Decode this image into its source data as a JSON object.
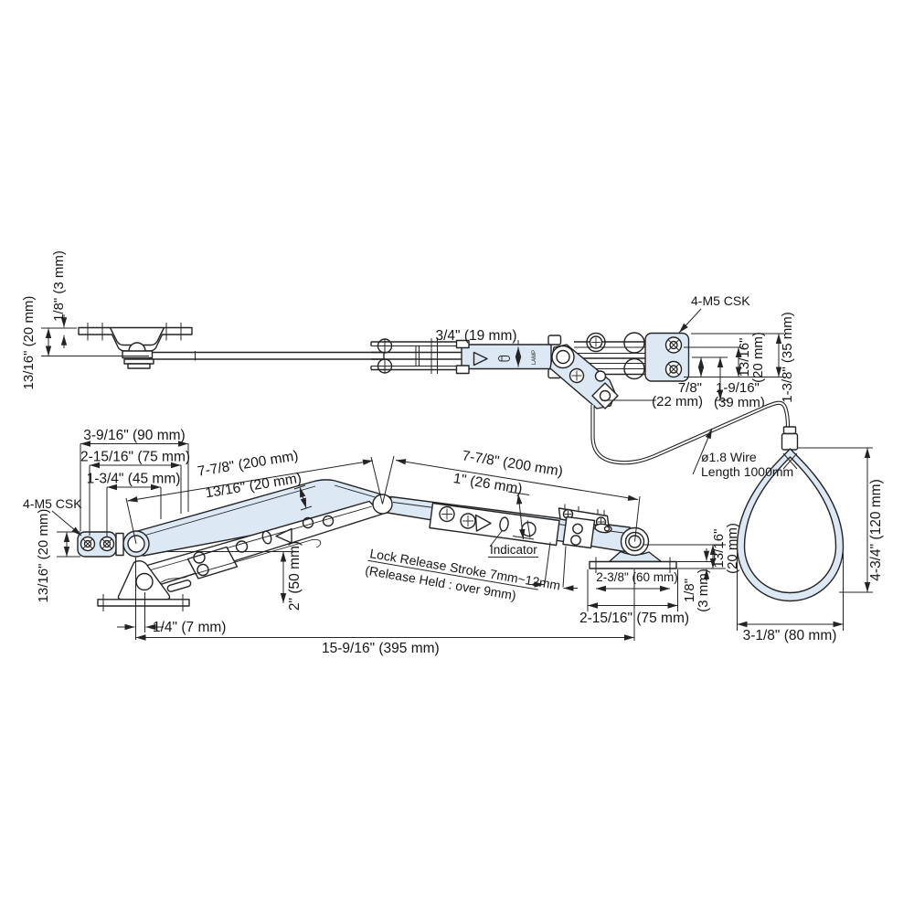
{
  "top_view": {
    "dim_flange_thickness": "1/8\" (3 mm)",
    "dim_bracket_height": "13/16\" (20 mm)",
    "dim_body_width": "3/4\" (19 mm)",
    "csk_label": "4-M5 CSK",
    "brand": "LAMP",
    "dim_hole_offset_l1": "13/16\"",
    "dim_hole_offset_l2": "(20 mm)",
    "dim_plate_height": "1-3/8\" (35 mm)",
    "dim_wire_drop_l1": "7/8\"",
    "dim_wire_drop_l2": "(22 mm)",
    "dim_wire_reach_l1": "1-9/16\"",
    "dim_wire_reach_l2": "(39 mm)"
  },
  "main_view": {
    "dim_plate_span": "3-9/16\" (90 mm)",
    "dim_hole_span": "2-15/16\" (75 mm)",
    "dim_hole_pitch": "1-3/4\" (45 mm)",
    "csk_label": "4-M5 CSK",
    "dim_plate_height": "13/16\" (20 mm)",
    "dim_arm_left": "7-7/8\" (200 mm)",
    "dim_arm_width": "13/16\" (20 mm)",
    "dim_arm_right": "7-7/8\" (200 mm)",
    "dim_body_width": "1\" (26 mm)",
    "lock_release_l1": "Lock Release Stroke 7mm~12mm",
    "lock_release_l2": "(Release Held : over 9mm)",
    "indicator_label": "Indicator",
    "dim_pivot_offset": "1/4\" (7 mm)",
    "dim_height": "2\" (50 mm)",
    "dim_total": "15-9/16\" (395 mm)",
    "dim_base_span": "2-3/8\" (60 mm)",
    "dim_base_total": "2-15/16\" (75 mm)",
    "dim_base_thickness_l1": "1/8\"",
    "dim_base_thickness_l2": "(3 mm)",
    "dim_pivot_height_l1": "13/16\"",
    "dim_pivot_height_l2": "(20 mm)"
  },
  "wire_ring": {
    "label_l1": "ø1.8 Wire",
    "label_l2": "Length 1000mm",
    "dim_ring_height": "4-3/4\" (120 mm)",
    "dim_ring_width": "3-1/8\" (80 mm)"
  }
}
